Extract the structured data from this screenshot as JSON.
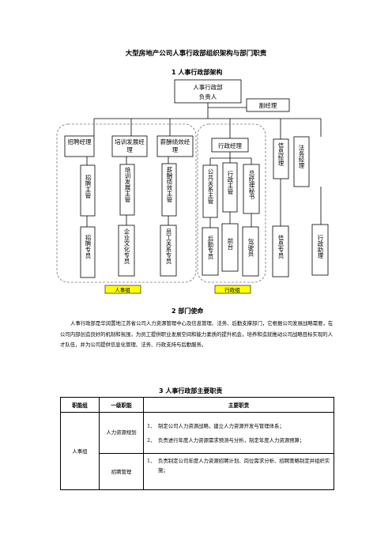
{
  "doc_title": "大型房地产公司人事行政部组织架构与部门职责",
  "section1_title": "1  人事行政部架构",
  "org": {
    "head_line1": "人事行政部",
    "head_line2": "负责人",
    "deputy": "副经理",
    "managers": [
      "招聘经理",
      "培训发展经理",
      "薪酬绩效经理",
      "行政经理"
    ],
    "info_manager": "信息经理",
    "legal_manager": "法务经理",
    "supervisors": [
      "招聘主管",
      "培训发展主管",
      "薪酬绩效主管",
      "公共关系主管",
      "行政主管",
      "总经理秘书"
    ],
    "specialists": [
      "招聘专员",
      "企业文化专员",
      "员工关系专员",
      "后勤专员",
      "前台",
      "驾驶员",
      "信息专员",
      "行政助理"
    ],
    "group_hr": "人事组",
    "group_admin": "行政组"
  },
  "section2_title": "2  部门使命",
  "mission": "人事行政部是华润置地江苏省公司人力资源管理中心及信息管理、法务、后勤支撑部门，它根据公司发展战略需要，在公司内部创造良好的机制和氛围，为员工提供职业发展空间和能力素质的提升机会，培养和造就推动公司战略目标实现的人才队伍，并为公司提供信息化管理、法务、行政支持与后勤服务。",
  "section3_title": "3 人事行政部主要职责",
  "table": {
    "headers": [
      "职能组",
      "一级职能",
      "主要职责"
    ],
    "group": "人事组",
    "rows": [
      {
        "function": "人力资源规划",
        "duties": [
          {
            "num": "1、",
            "text": "制定公司人力资源战略，建立人力资源开发与管理体系；"
          },
          {
            "num": "2、",
            "text": "负责进行年度人力资源需求预测与分析，制定年度人力资源预算；"
          }
        ]
      },
      {
        "function": "招聘管理",
        "duties": [
          {
            "num": "1、",
            "text": "负责制定公司年度人力资源招聘计划、岗位需求分析、招聘策略制定并组织实施；"
          }
        ]
      }
    ]
  },
  "colors": {
    "line": "#000000",
    "group_fill": "#ffff00",
    "dash": "#777777"
  }
}
